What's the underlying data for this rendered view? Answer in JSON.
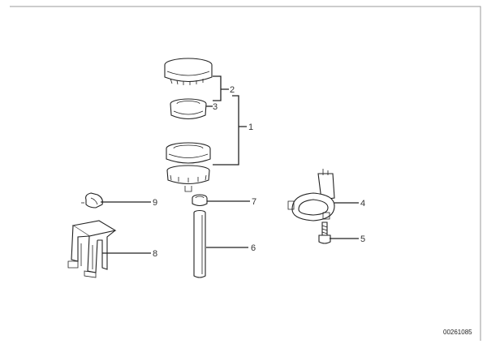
{
  "diagram": {
    "diagram_id": "00261085",
    "callouts": {
      "c1": "1",
      "c2": "2",
      "c3": "3",
      "c4": "4",
      "c5": "5",
      "c6": "6",
      "c7": "7",
      "c8": "8",
      "c9": "9"
    },
    "colors": {
      "ink": "#222222",
      "background": "#ffffff",
      "border": "#9a9a9a"
    }
  }
}
